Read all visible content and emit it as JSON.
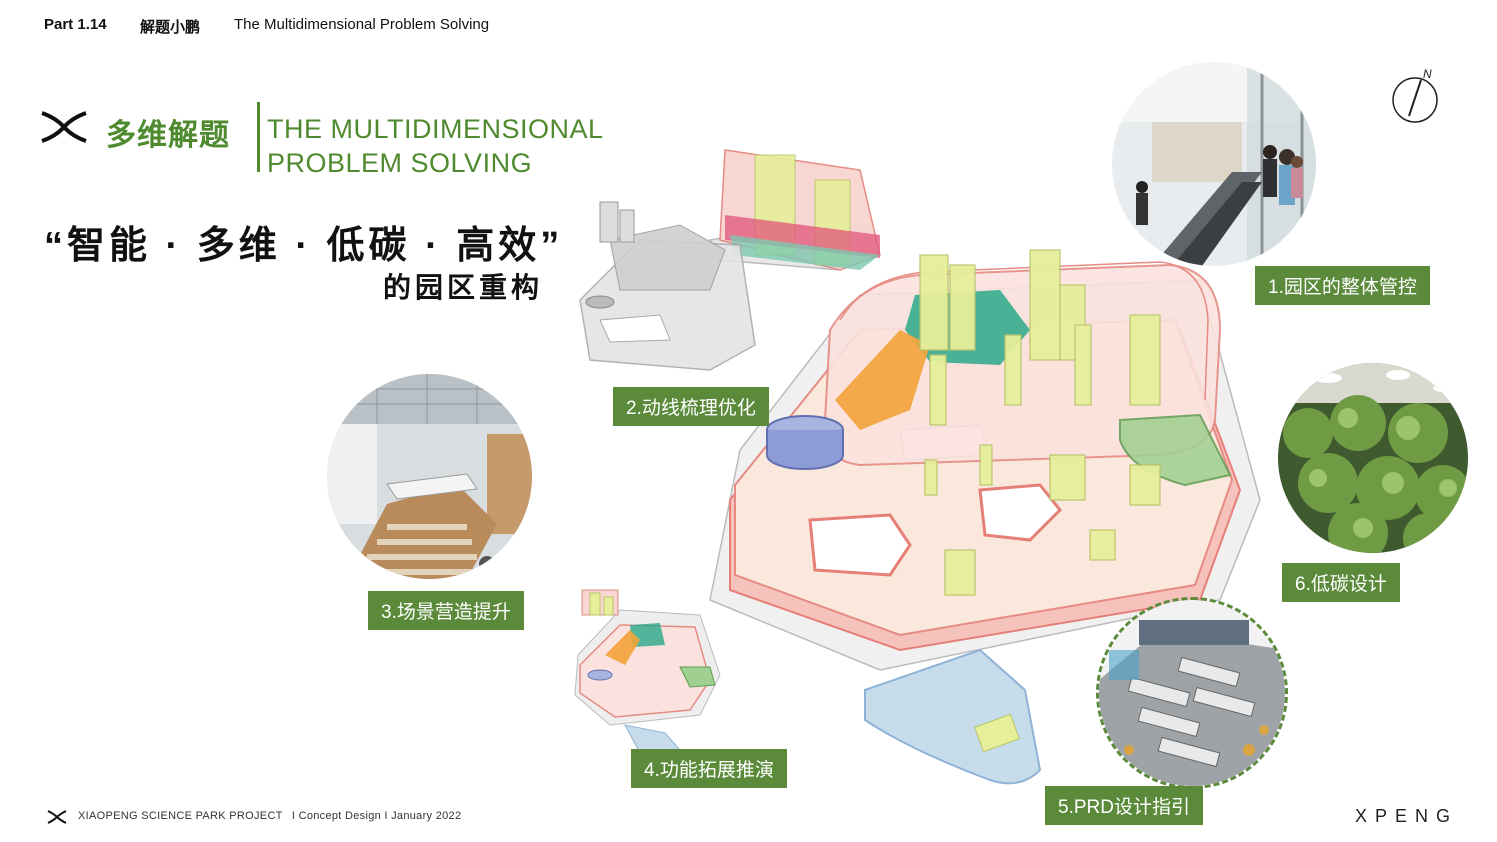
{
  "header": {
    "part": "Part 1.14",
    "cn_title": "解题小鹏",
    "en_title": "The Multidimensional Problem Solving"
  },
  "title": {
    "cn": "多维解题",
    "en_line1": "THE MULTIDIMENSIONAL",
    "en_line2": "PROBLEM SOLVING"
  },
  "slogan": {
    "line1": "“智能 · 多维 · 低碳 · 高效”",
    "line2": "的园区重构"
  },
  "labels": {
    "l1": "1.园区的整体管控",
    "l2": "2.动线梳理优化",
    "l3": "3.场景营造提升",
    "l4": "4.功能拓展推演",
    "l5": "5.PRD设计指引",
    "l6": "6.低碳设计"
  },
  "compass": {
    "north": "N"
  },
  "footer": {
    "project": "XIAOPENG SCIENCE PARK PROJECT",
    "meta": "I Concept Design I  January 2022"
  },
  "brand": "XPENG",
  "colors": {
    "accent_green": "#5a8a3a",
    "plan_pink": "#f2a8a0",
    "plan_yellow": "#e6ef9a",
    "plan_teal": "#2aa88a",
    "plan_orange": "#f2a33a",
    "plan_blue": "#8fb3d6"
  }
}
